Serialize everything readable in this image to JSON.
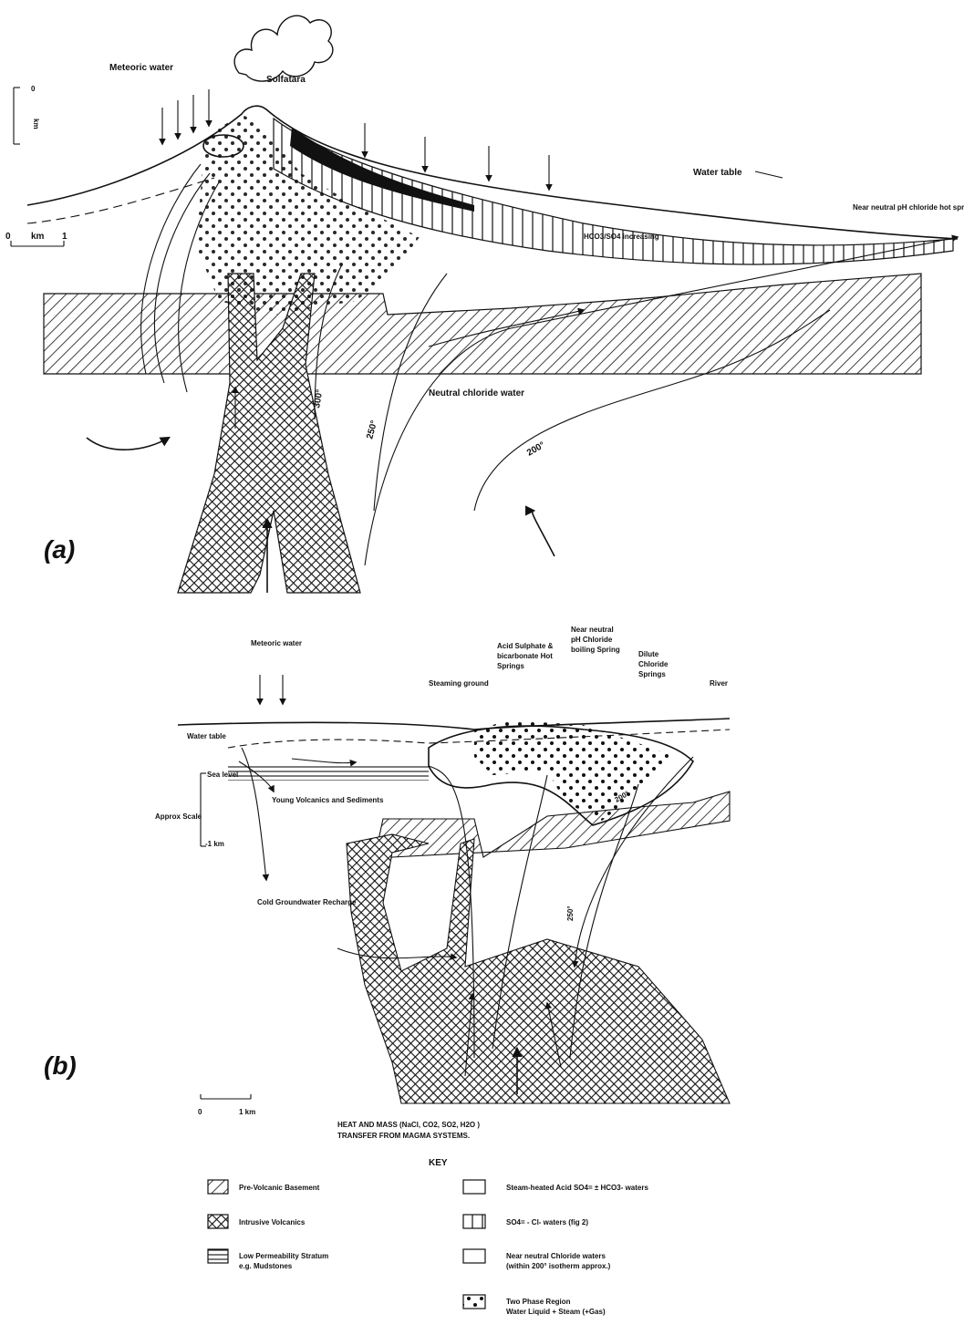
{
  "panel_a": {
    "panel_label": "(a)",
    "labels": {
      "meteoric_water": "Meteoric water",
      "solfatara": "Solfatara",
      "water_table": "Water table",
      "near_neutral_springs": "Near neutral pH chloride hot springs",
      "ratio_note": "HCO3/SO4 increasing",
      "neutral_chloride_water": "Neutral chloride water",
      "scale_km_zero": "0",
      "scale_km_unit": "km",
      "scale_km_one": "1",
      "vertical_scale_top": "0",
      "vertical_scale_unit": "km"
    },
    "isotherms": [
      "300°",
      "250°",
      "200°"
    ]
  },
  "panel_b": {
    "panel_label": "(b)",
    "labels": {
      "meteoric_water": "Meteoric water",
      "steaming_ground": "Steaming ground",
      "acid_springs": "Acid Sulphate & bicarbonate Hot Springs",
      "near_neutral_boiling": "Near neutral pH Chloride boiling Spring",
      "dilute_chloride": "Dilute Chloride Springs",
      "river": "River",
      "water_table": "Water table",
      "sea_level": "Sea level",
      "approx_scale": "Approx Scale",
      "minus_1km": "-1 km",
      "young_volcanics": "Young Volcanics and Sediments",
      "cold_groundwater": "Cold Groundwater Recharge",
      "scale_zero": "0",
      "scale_one": "1 km"
    },
    "isotherms": [
      "200°",
      "250°"
    ]
  },
  "caption": {
    "line1": "HEAT AND MASS (NaCl, CO2, SO2, H2O  )",
    "line2": "TRANSFER FROM MAGMA SYSTEMS."
  },
  "key": {
    "title": "KEY",
    "items": [
      {
        "label": "Pre-Volcanic Basement",
        "pattern": "diagonal-hatch"
      },
      {
        "label": "Intrusive Volcanics",
        "pattern": "cross-hatch"
      },
      {
        "label": "Low Permeability Stratum",
        "label2": "e.g. Mudstones",
        "pattern": "horizontal-lines"
      },
      {
        "label": "Steam-heated Acid SO4= ± HCO3- waters",
        "pattern": "blank"
      },
      {
        "label": "SO4= - Cl- waters (fig 2)",
        "pattern": "vertical-lines"
      },
      {
        "label": "Near neutral Chloride waters",
        "label2": "(within 200° isotherm approx.)",
        "pattern": "blank"
      },
      {
        "label": "Two Phase Region",
        "label2": "Water Liquid + Steam (+Gas)",
        "pattern": "dots"
      }
    ]
  }
}
